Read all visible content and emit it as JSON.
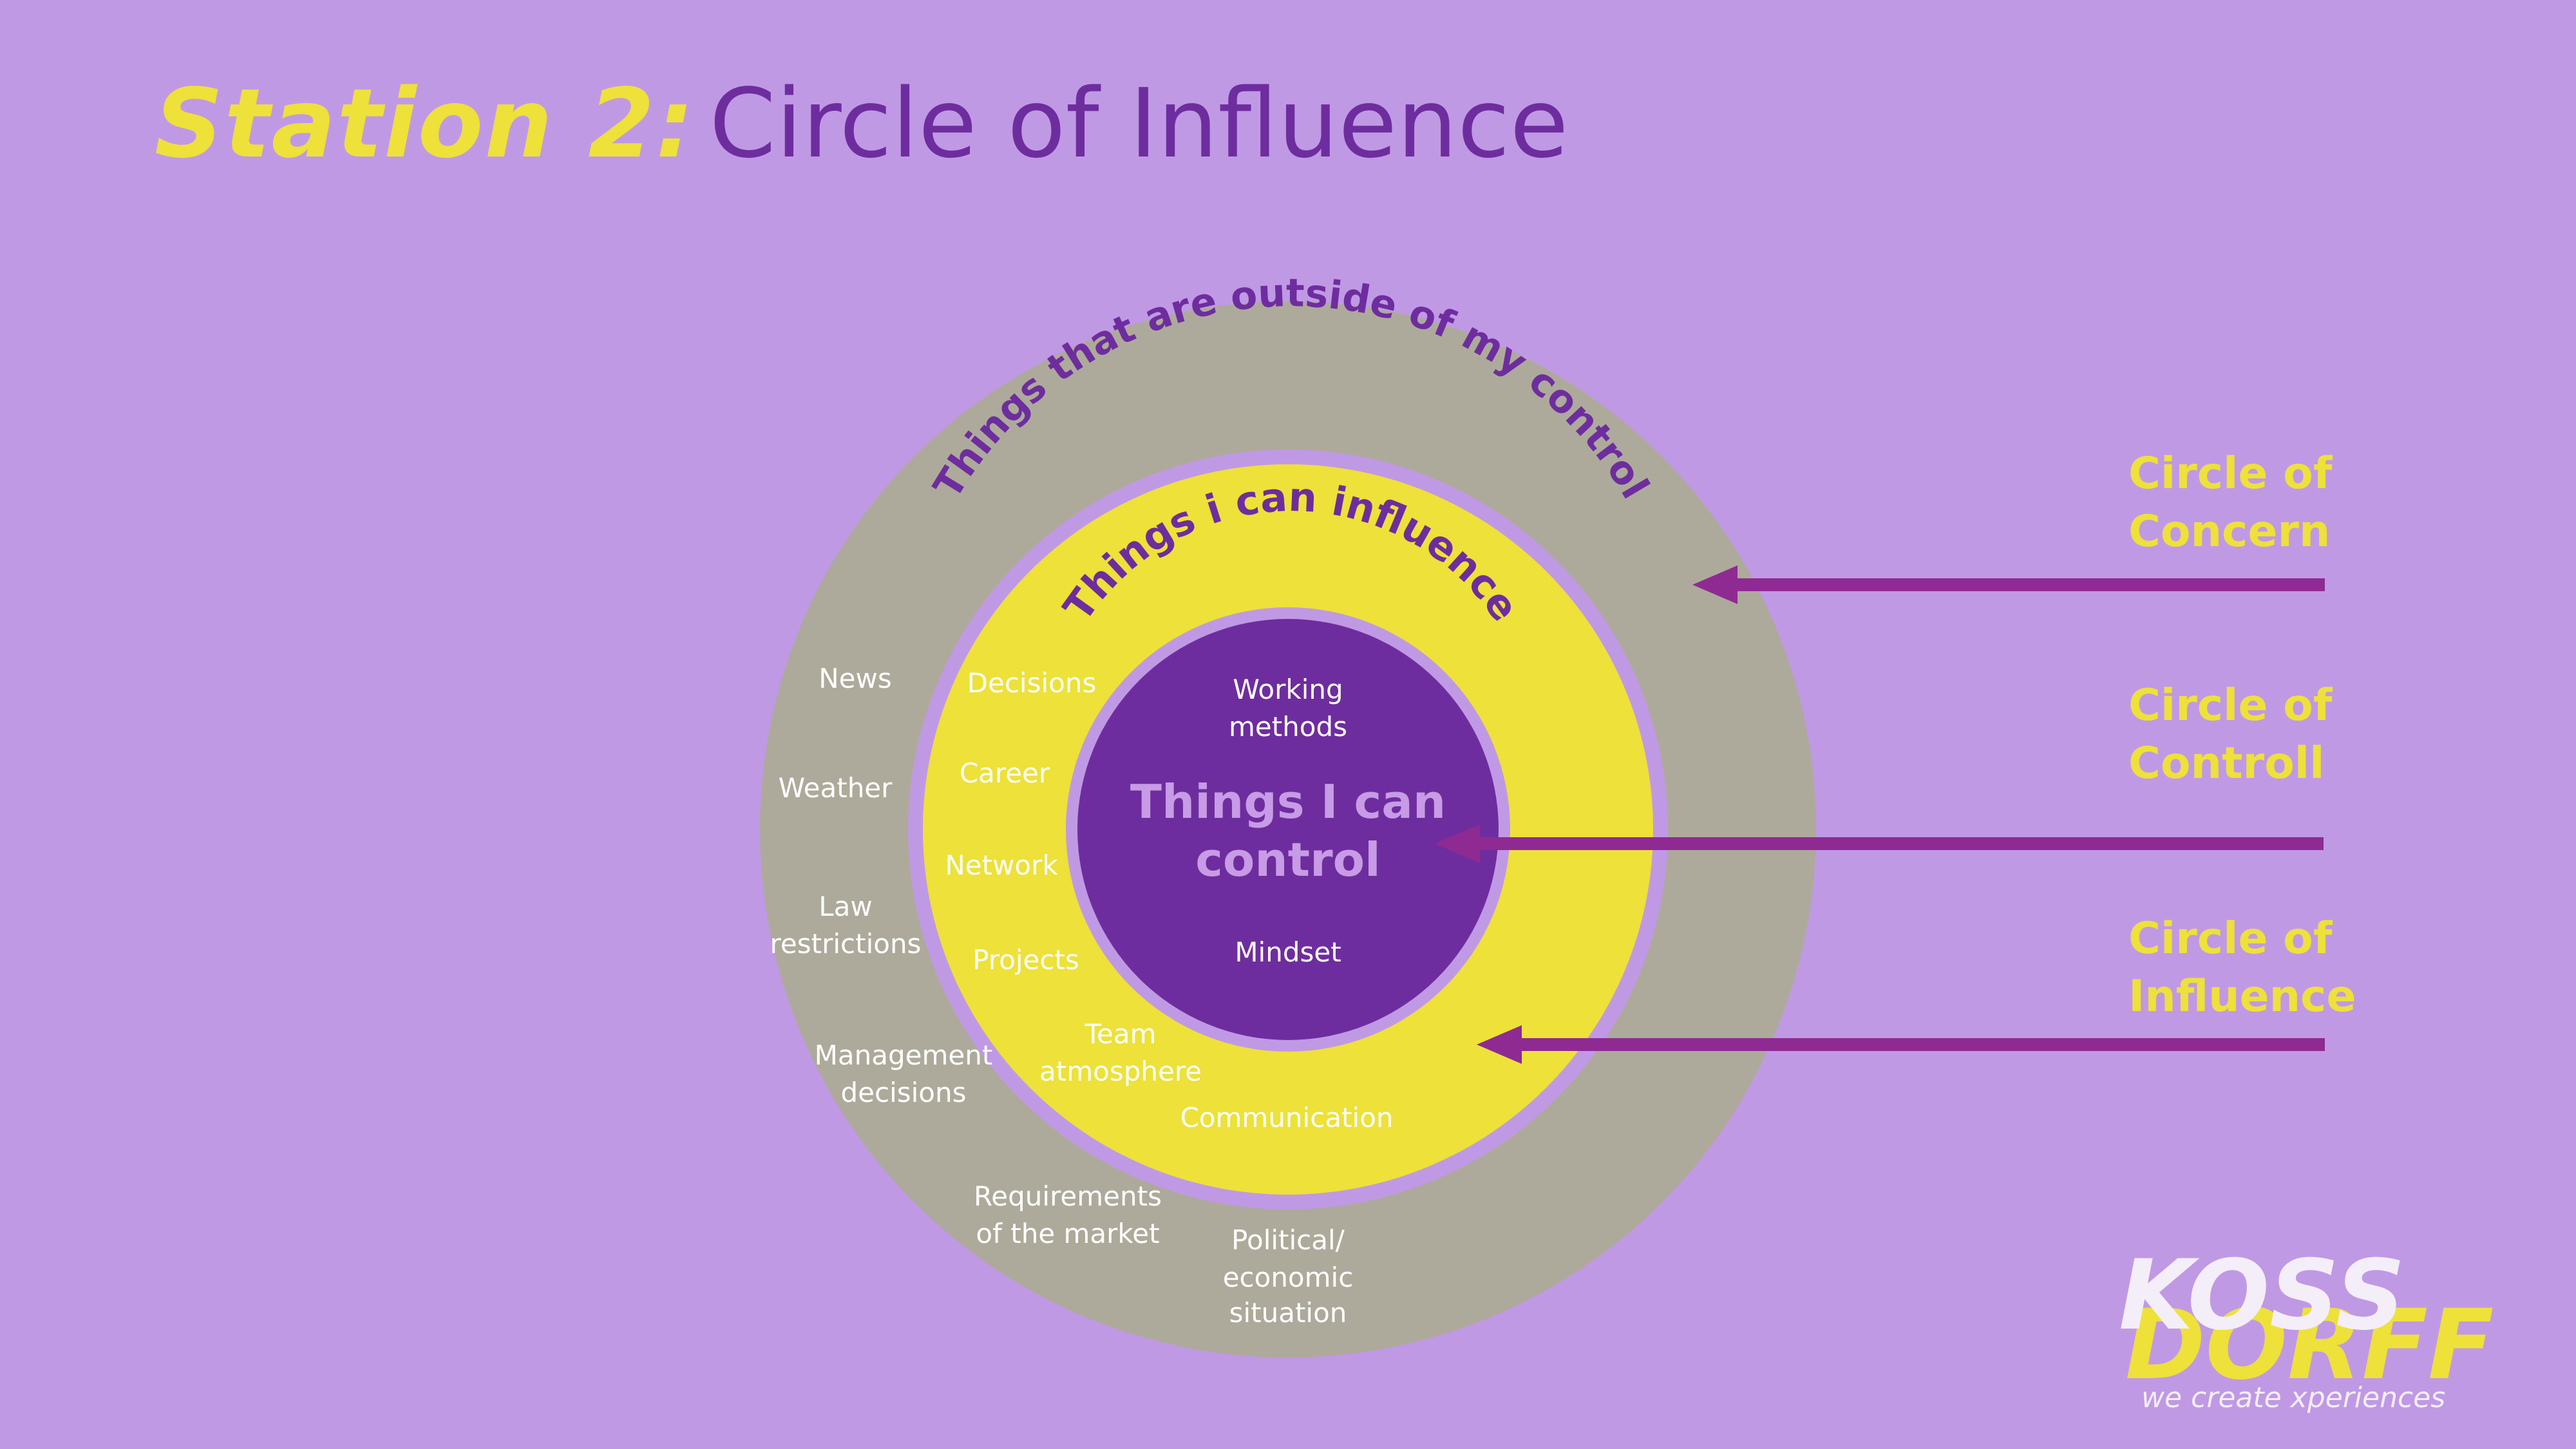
{
  "title": {
    "station": "Station 2:",
    "name": "Circle of Influence"
  },
  "rings": {
    "outer_title": "Things that are outside of my control",
    "middle_title": "Things i can influence",
    "center_title_line1": "Things I can",
    "center_title_line2": "control"
  },
  "outer_items": {
    "news": "News",
    "weather": "Weather",
    "law_1": "Law",
    "law_2": "restrictions",
    "mgmt_1": "Management",
    "mgmt_2": "decisions",
    "req_1": "Requirements",
    "req_2": "of the market",
    "pol_1": "Political/",
    "pol_2": "economic",
    "pol_3": "situation"
  },
  "middle_items": {
    "decisions": "Decisions",
    "career": "Career",
    "network": "Network",
    "projects": "Projects",
    "team_1": "Team",
    "team_2": "atmosphere",
    "communication": "Communication"
  },
  "inner_items": {
    "working_1": "Working",
    "working_2": "methods",
    "mindset": "Mindset"
  },
  "side_labels": {
    "concern_1": "Circle of",
    "concern_2": "Concern",
    "control_1": "Circle of",
    "control_2": "Controll",
    "influence_1": "Circle of",
    "influence_2": "Influence"
  },
  "logo": {
    "line1": "KOSS",
    "line2": "DORFF",
    "tagline": "we create xperiences"
  },
  "colors": {
    "background": "#c099e5",
    "outer_ring": "#adaa9b",
    "middle_ring": "#ede13a",
    "inner_circle": "#6e2d9e",
    "arrow": "#8f2a93",
    "accent_yellow": "#ede13a"
  }
}
